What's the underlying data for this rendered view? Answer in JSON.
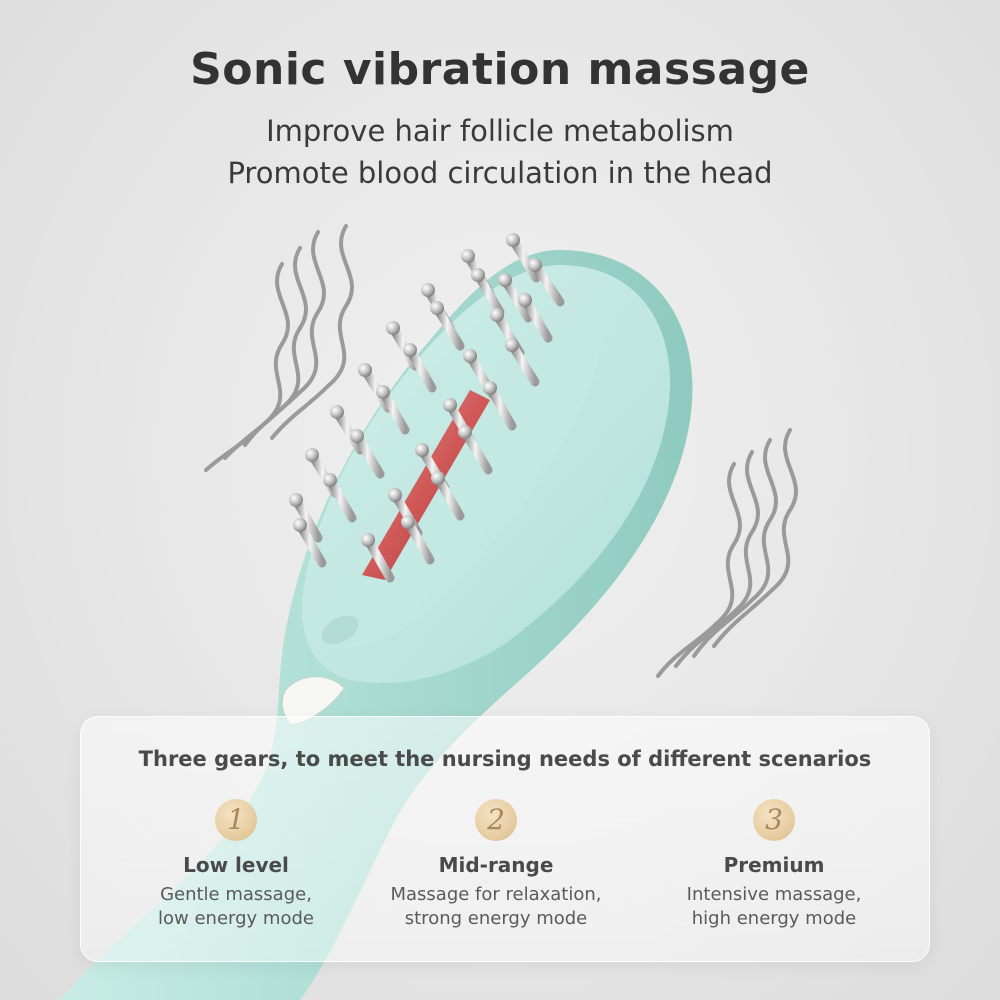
{
  "header": {
    "title": "Sonic vibration massage",
    "subtitle_line1": "Improve hair follicle metabolism",
    "subtitle_line2": "Promote blood circulation in the head"
  },
  "colors": {
    "brush_body": "#a9dcd2",
    "brush_pad": "#bfe5df",
    "badge_gold": "#e7cda3",
    "text_dark": "#333333"
  },
  "icons": [
    "vibration-wave-icon",
    "vibration-wave-icon"
  ],
  "panel": {
    "title": "Three gears, to meet the nursing needs of different scenarios",
    "gears": [
      {
        "number": "1",
        "name": "Low level",
        "desc_line1": "Gentle massage,",
        "desc_line2": "low energy mode"
      },
      {
        "number": "2",
        "name": "Mid-range",
        "desc_line1": "Massage for relaxation,",
        "desc_line2": "strong energy mode"
      },
      {
        "number": "3",
        "name": "Premium",
        "desc_line1": "Intensive massage,",
        "desc_line2": "high energy mode"
      }
    ]
  }
}
